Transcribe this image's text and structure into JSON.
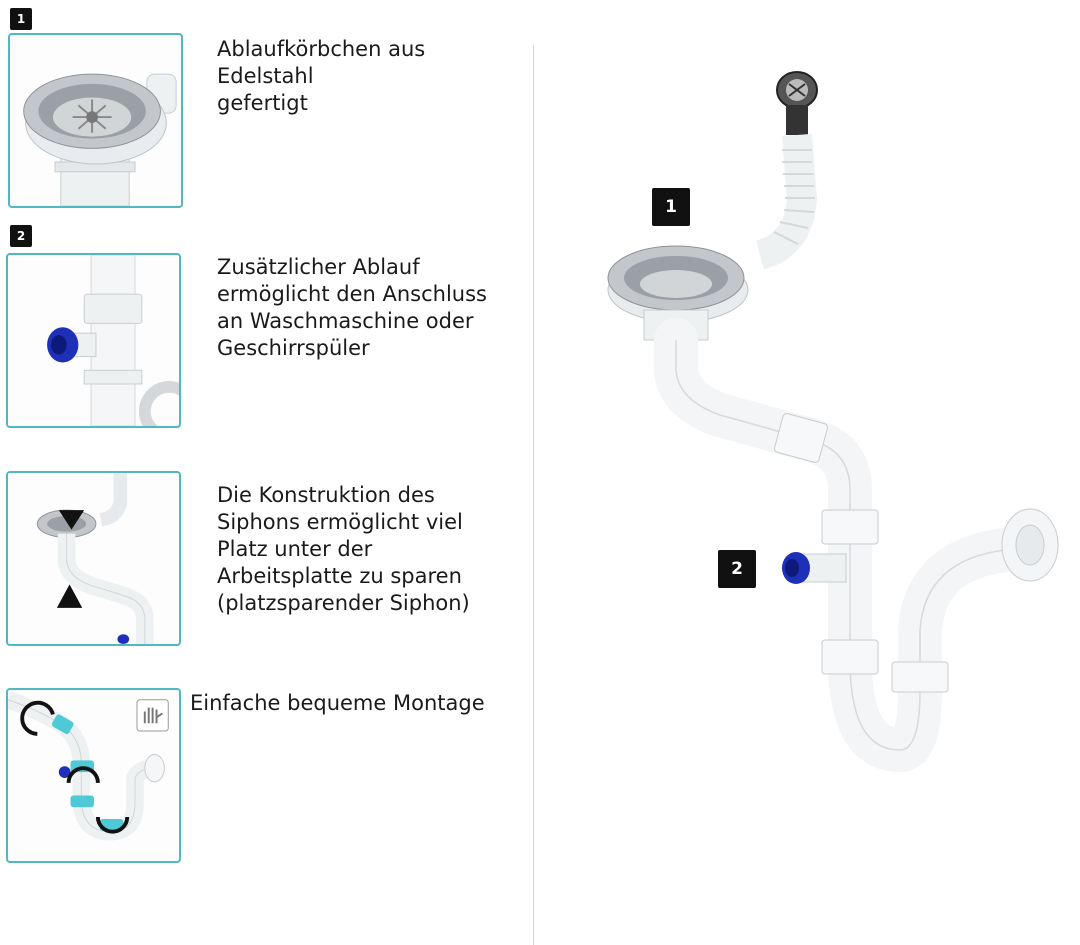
{
  "features": [
    {
      "badge": "1",
      "text": "Ablaufkörbchen aus\nEdelstahl\ngefertigt",
      "image": "stainless-strainer-basket"
    },
    {
      "badge": "2",
      "text": "Zusätzlicher Ablauf\nermöglicht den Anschluss\nan Waschmaschine oder\nGeschirrspüler",
      "image": "side-inlet-connector"
    },
    {
      "text": "Die Konstruktion des\nSiphons ermöglicht viel\nPlatz unter der\nArbeitsplatte zu sparen\n(platzsparender Siphon)",
      "image": "space-saving-siphon"
    },
    {
      "text": "Einfache bequeme Montage",
      "image": "easy-assembly",
      "icon": "hand-icon"
    }
  ],
  "illustration": {
    "callouts": [
      "1",
      "2"
    ]
  },
  "colors": {
    "frame": "#4fb8c3",
    "badge": "#111111",
    "plastic": "#f3f5f6",
    "steel": "#b9bcc0",
    "connector": "#1e2fb8",
    "ring": "#4fc9d6"
  }
}
